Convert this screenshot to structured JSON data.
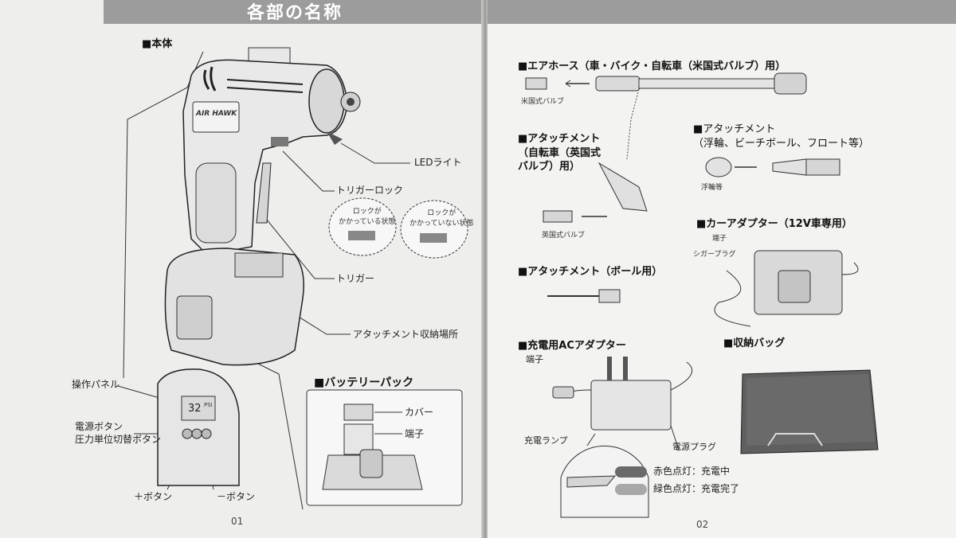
{
  "page_header": {
    "title": "各部の名称"
  },
  "left": {
    "section_body": "■本体",
    "brand_logo": "AIR HAWK",
    "labels": {
      "led": "LEDライト",
      "trigger_lock": "トリガーロック",
      "trigger": "トリガー",
      "attachment_storage": "アタッチメント収納場所",
      "control_panel": "操作パネル",
      "power_button": "電源ボタン",
      "unit_button": "圧力単位切替ボタン",
      "plus_button": "＋ボタン",
      "minus_button": "－ボタン"
    },
    "lock_locked": "ロックが\nかかっている状態",
    "lock_unlocked": "ロックが\nかかっていない状態",
    "display_value": "32",
    "display_unit": "PSI",
    "section_battery": "■バッテリーパック",
    "battery_labels": {
      "cover": "カバー",
      "terminal": "端子"
    },
    "page_number": "01"
  },
  "right": {
    "section_hose": "■エアホース（車・バイク・自転車（米国式バルブ）用）",
    "us_valve": "米国式バルブ",
    "section_att_bike": "■アタッチメント\n（自転車（英国式\nバルブ）用）",
    "uk_valve": "英国式バルブ",
    "section_att_float": "■アタッチメント\n（浮輪、ビーチボール、フロート等）",
    "float_caption": "浮輪等",
    "section_car_adapter": "■カーアダプター（12V車専用）",
    "car_labels": {
      "terminal": "端子",
      "cigar": "シガープラグ"
    },
    "section_att_ball": "■アタッチメント（ボール用）",
    "section_ac": "■充電用ACアダプター",
    "ac_labels": {
      "terminal": "端子",
      "lamp": "充電ランプ",
      "plug": "電源プラグ"
    },
    "status": [
      {
        "color": "#6a6a6a",
        "text": "赤色点灯：充電中"
      },
      {
        "color": "#a8a8a8",
        "text": "緑色点灯：充電完了"
      }
    ],
    "section_bag": "■収納バッグ",
    "page_number": "02"
  }
}
